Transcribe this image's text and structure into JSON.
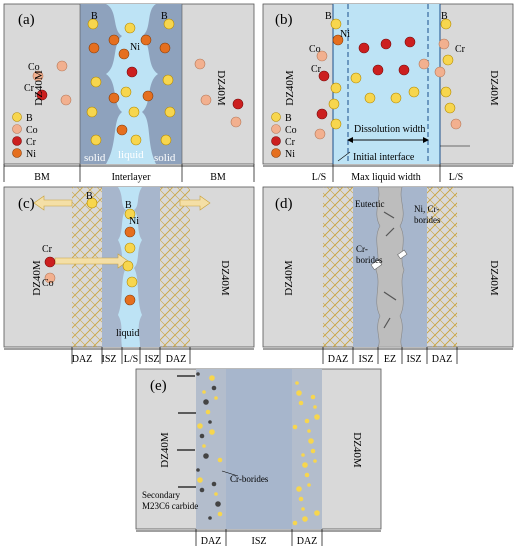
{
  "panels": {
    "a": {
      "tag": "(a)",
      "bm_left": "DZ40M",
      "bm_right": "DZ40M",
      "label_B_left": "B",
      "label_B_right": "B",
      "label_Ni": "Ni",
      "label_Co": "Co",
      "label_Cr": "Cr",
      "solid_left": "solid",
      "liquid": "liquid",
      "solid_right": "solid",
      "legend": [
        "B",
        "Co",
        "Cr",
        "Ni"
      ],
      "axis": [
        "BM",
        "Interlayer",
        "BM"
      ]
    },
    "b": {
      "tag": "(b)",
      "bm_left": "DZ40M",
      "bm_right": "DZ40M",
      "label_B_left": "B",
      "label_B_right": "B",
      "label_Ni": "Ni",
      "label_Co": "Co",
      "label_Cr_left": "Cr",
      "label_Cr_right": "Cr",
      "legend": [
        "B",
        "Co",
        "Cr",
        "Ni"
      ],
      "dissolution": "Dissolution width",
      "initial": "Initial interface",
      "axis": [
        "L/S",
        "Max liquid width",
        "L/S"
      ]
    },
    "c": {
      "tag": "(c)",
      "bm_left": "DZ40M",
      "bm_right": "DZ40M",
      "label_B_left": "B",
      "label_B_center": "B",
      "label_Ni": "Ni",
      "label_Cr": "Cr",
      "label_Co": "Co",
      "liquid": "liquid",
      "axis": [
        "DAZ",
        "ISZ",
        "L/S",
        "ISZ",
        "DAZ"
      ]
    },
    "d": {
      "tag": "(d)",
      "bm_left": "DZ40M",
      "bm_right": "DZ40M",
      "eutectic": "Eutectic",
      "ni_borides": "Ni, Cr-",
      "ni_borides2": "borides",
      "cr_borides": "Cr-",
      "cr_borides2": "borides",
      "axis": [
        "DAZ",
        "ISZ",
        "EZ",
        "ISZ",
        "DAZ"
      ]
    },
    "e": {
      "tag": "(e)",
      "bm_left": "DZ40M",
      "bm_right": "DZ40M",
      "cr_borides": "Cr-borides",
      "secondary1": "Secondary",
      "secondary2": "M23C6 carbide",
      "axis": [
        "DAZ",
        "ISZ",
        "DAZ"
      ]
    }
  },
  "colors": {
    "bm_gray": "#d9d9d9",
    "interlayer": "#8ea2bd",
    "liquid": "#bde3f5",
    "isz": "#a7b6cc",
    "boron": "#f7d64e",
    "cobalt": "#f2b08f",
    "chromium": "#cc1f1f",
    "nickel": "#e56f1f",
    "dendrite": "#c9a23a"
  }
}
